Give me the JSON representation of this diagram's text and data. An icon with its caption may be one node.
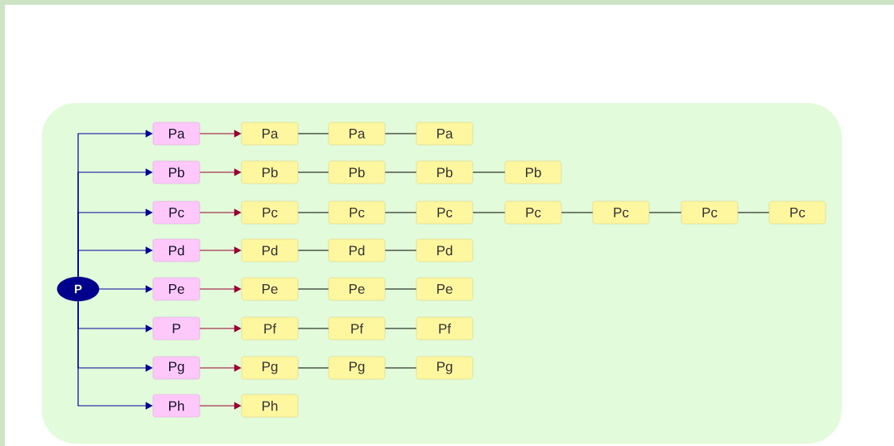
{
  "diagram": {
    "nodes": [
      {
        "text": [
          "P"
        ]
      },
      {
        "text": [
          "Pa"
        ]
      },
      {
        "text": [
          "Pa"
        ]
      },
      {
        "text": [
          "Pa"
        ]
      },
      {
        "text": [
          "Pa"
        ]
      },
      {
        "text": [
          "Pb"
        ]
      },
      {
        "text": [
          "Pb"
        ]
      },
      {
        "text": [
          "Pb"
        ]
      },
      {
        "text": [
          "Pb"
        ]
      },
      {
        "text": [
          "Pb"
        ]
      },
      {
        "text": [
          "Pc"
        ]
      },
      {
        "text": [
          "Pc"
        ]
      },
      {
        "text": [
          "Pc"
        ]
      },
      {
        "text": [
          "Pc"
        ]
      },
      {
        "text": [
          "Pc"
        ]
      },
      {
        "text": [
          "Pc"
        ]
      },
      {
        "text": [
          "Pc"
        ]
      },
      {
        "text": [
          "Pc"
        ]
      },
      {
        "text": [
          "Pd"
        ]
      },
      {
        "text": [
          "Pd"
        ]
      },
      {
        "text": [
          "Pd"
        ]
      },
      {
        "text": [
          "Pd"
        ]
      },
      {
        "text": [
          "Pe"
        ]
      },
      {
        "text": [
          "Pe"
        ]
      },
      {
        "text": [
          "Pe"
        ]
      },
      {
        "text": [
          "Pe"
        ]
      },
      {
        "text": [
          "P"
        ]
      },
      {
        "text": [
          "Pf"
        ]
      },
      {
        "text": [
          "Pf"
        ]
      },
      {
        "text": [
          "Pf"
        ]
      },
      {
        "text": [
          "Pg"
        ]
      },
      {
        "text": [
          "Pg"
        ]
      },
      {
        "text": [
          "Pg"
        ]
      },
      {
        "text": [
          "Pg"
        ]
      },
      {
        "text": [
          "Ph"
        ]
      },
      {
        "text": [
          "Ph"
        ]
      }
    ],
    "edges": [
      {
        "from": 0,
        "to": 1,
        "arrow": "to",
        "color": "#000099"
      },
      {
        "from": 1,
        "to": 2,
        "arrow": "to",
        "color": "#990033"
      },
      {
        "from": 2,
        "to": 3,
        "arrow": "none"
      },
      {
        "from": 3,
        "to": 4,
        "arrow": "none"
      },
      {
        "from": 0,
        "to": 5,
        "arrow": "to",
        "color": "#000099"
      },
      {
        "from": 5,
        "to": 6,
        "arrow": "to",
        "color": "#990033"
      },
      {
        "from": 6,
        "to": 7,
        "arrow": "none"
      },
      {
        "from": 7,
        "to": 8,
        "arrow": "none"
      },
      {
        "from": 8,
        "to": 9,
        "arrow": "none"
      },
      {
        "from": 0,
        "to": 10,
        "arrow": "to",
        "color": "#000099"
      },
      {
        "from": 10,
        "to": 11,
        "arrow": "to",
        "color": "#990033"
      },
      {
        "from": 11,
        "to": 12,
        "arrow": "none"
      },
      {
        "from": 12,
        "to": 13,
        "arrow": "none"
      },
      {
        "from": 13,
        "to": 14,
        "arrow": "none"
      },
      {
        "from": 14,
        "to": 15,
        "arrow": "none"
      },
      {
        "from": 15,
        "to": 16,
        "arrow": "none"
      },
      {
        "from": 16,
        "to": 17,
        "arrow": "none"
      },
      {
        "from": 0,
        "to": 18,
        "arrow": "to",
        "color": "#000099"
      },
      {
        "from": 18,
        "to": 19,
        "arrow": "to",
        "color": "#990033"
      },
      {
        "from": 19,
        "to": 20,
        "arrow": "none"
      },
      {
        "from": 20,
        "to": 21,
        "arrow": "none"
      },
      {
        "from": 0,
        "to": 22,
        "arrow": "to",
        "color": "#000099"
      },
      {
        "from": 22,
        "to": 23,
        "arrow": "to",
        "color": "#990033"
      },
      {
        "from": 23,
        "to": 24,
        "arrow": "none"
      },
      {
        "from": 24,
        "to": 25,
        "arrow": "none"
      },
      {
        "from": 0,
        "to": 26,
        "arrow": "to",
        "color": "#000099"
      },
      {
        "from": 26,
        "to": 27,
        "arrow": "to",
        "color": "#990033"
      },
      {
        "from": 27,
        "to": 28,
        "arrow": "none"
      },
      {
        "from": 28,
        "to": 29,
        "arrow": "none"
      },
      {
        "from": 0,
        "to": 30,
        "arrow": "to",
        "color": "#000099"
      },
      {
        "from": 30,
        "to": 31,
        "arrow": "to",
        "color": "#990033"
      },
      {
        "from": 31,
        "to": 32,
        "arrow": "none"
      },
      {
        "from": 32,
        "to": 33,
        "arrow": "none"
      },
      {
        "from": 0,
        "to": 34,
        "arrow": "to",
        "color": "#000099"
      },
      {
        "from": 34,
        "to": 35,
        "arrow": "to",
        "color": "#990033"
      }
    ]
  }
}
